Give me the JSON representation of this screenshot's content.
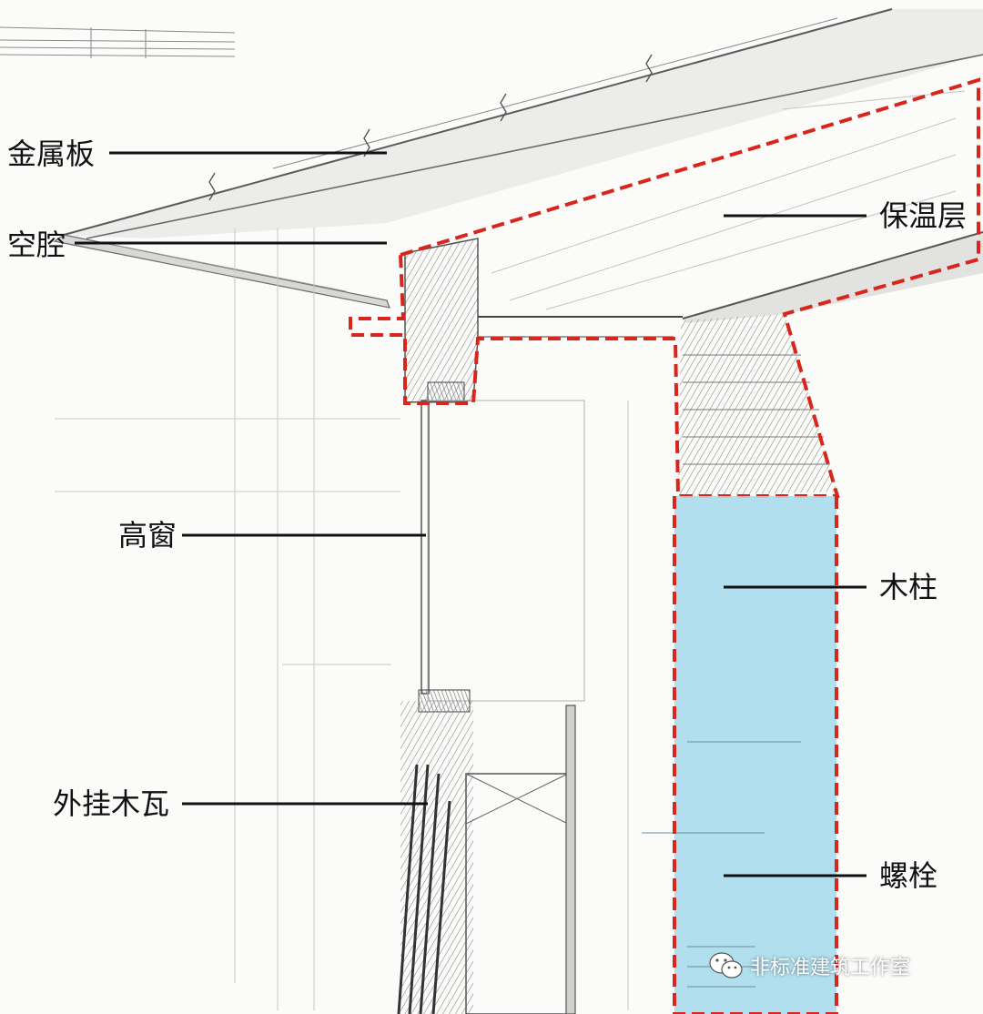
{
  "colors": {
    "accent_dashed_outline": "#d9261c",
    "timber_column_fill": "#a9dcec",
    "leader_line": "#111111",
    "sketch_line": "#6a6a6a"
  },
  "labels": {
    "metal_sheet": "金属板",
    "air_cavity": "空腔",
    "insulation": "保温层",
    "clerestory_window": "高窗",
    "timber_column": "木柱",
    "hung_wood_shingle": "外挂木瓦",
    "bolt": "螺栓"
  },
  "watermark": {
    "icon": "wechat-icon",
    "text": "非标准建筑工作室"
  }
}
